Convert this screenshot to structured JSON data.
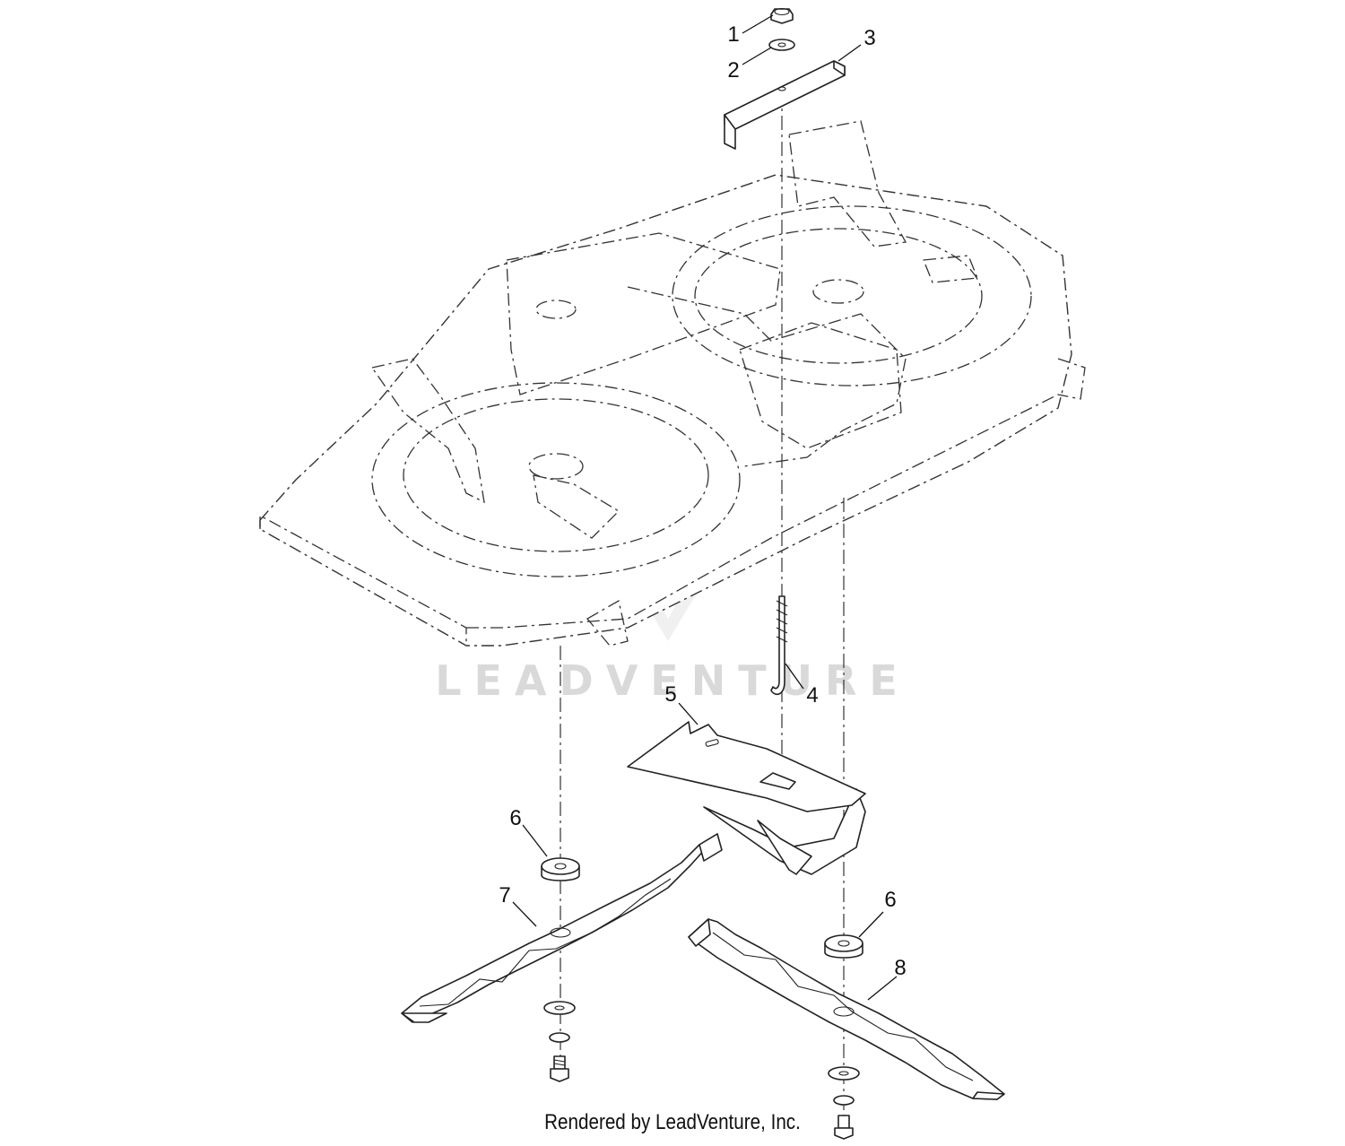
{
  "callouts": [
    {
      "number": "1"
    },
    {
      "number": "2"
    },
    {
      "number": "3"
    },
    {
      "number": "4"
    },
    {
      "number": "5"
    },
    {
      "number": "6"
    },
    {
      "number": "7"
    },
    {
      "number": "6"
    },
    {
      "number": "8"
    }
  ],
  "watermark": {
    "text": "LEADVENTURE"
  },
  "footer": {
    "credit": "Rendered by LeadVenture, Inc."
  }
}
